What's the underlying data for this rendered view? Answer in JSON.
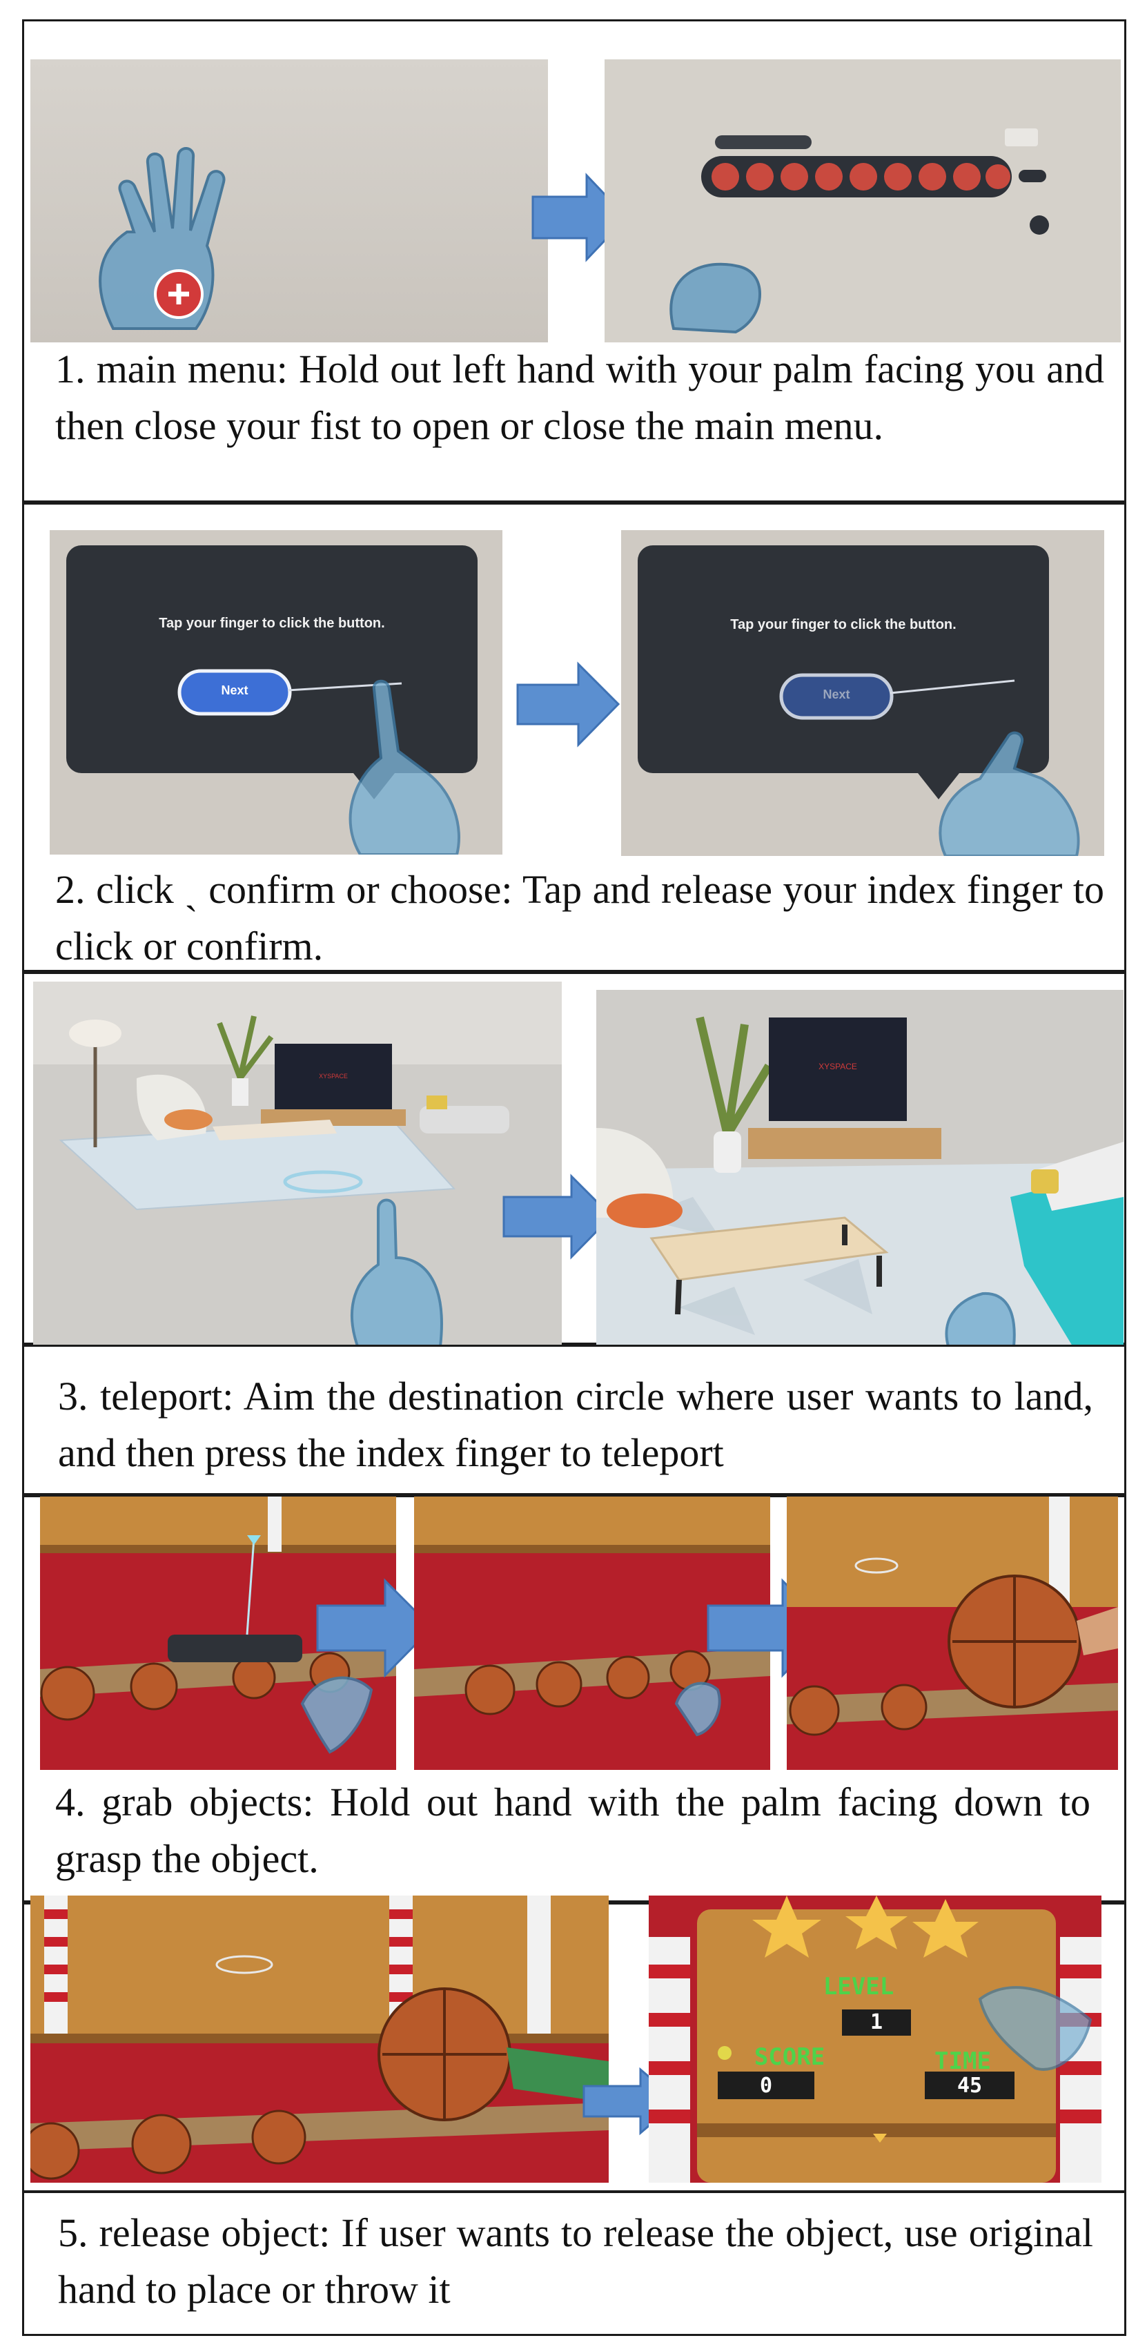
{
  "steps": [
    {
      "number": "1.",
      "caption": "1. main menu: Hold out left hand with your palm facing you and then close your fist to open or close the main menu."
    },
    {
      "number": "2.",
      "caption": "2. click ˎ confirm or choose: Tap and release your index finger to click or confirm.",
      "dialog_text": "Tap your finger to click the button.",
      "button_label": "Next"
    },
    {
      "number": "3.",
      "caption": "3. teleport: Aim the destination circle where user wants to land, and then press the index finger to teleport",
      "tv_logo": "XYSPACE"
    },
    {
      "number": "4.",
      "caption": "4. grab objects: Hold out hand with the palm facing down to grasp the object."
    },
    {
      "number": "5.",
      "caption": "5. release object: If user wants to release the object, use original hand to place or throw it",
      "hud": {
        "level_label": "LEVEL",
        "level_value": "1",
        "score_label": "SCORE",
        "score_value": "0",
        "time_label": "TIME",
        "time_value": "45"
      }
    }
  ],
  "colors": {
    "arrow": "#5b8fd0",
    "arrow_stroke": "#3f72b4",
    "border": "#1a1a1a",
    "dialog_bg": "#2e3238",
    "button_blue": "#3d6fd6",
    "court_red": "#b3202a",
    "wood": "#c68a3e"
  }
}
